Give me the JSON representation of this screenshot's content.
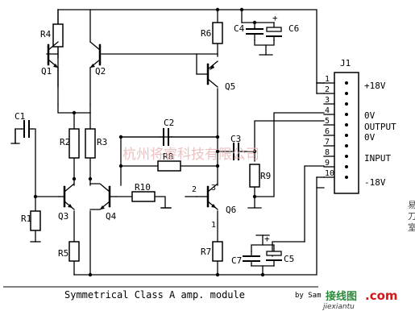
{
  "caption": "Symmetrical Class A amp. module",
  "author": "by Sam",
  "watermark": "杭州将睿科技有限公司",
  "site_logo": {
    "name_cn": "接线图",
    "dot_com": ".com",
    "url": "jiexiantu"
  },
  "edge_glyphs": [
    "易",
    "刀",
    "室"
  ],
  "connector": {
    "name": "J1",
    "pins": [
      "1",
      "2",
      "3",
      "4",
      "5",
      "6",
      "7",
      "8",
      "9",
      "10"
    ],
    "labels": {
      "plus18": "+18V",
      "zero_v_1": "0V",
      "output": "OUTPUT",
      "zero_v_2": "0V",
      "input": "INPUT",
      "minus18": "-18V"
    }
  },
  "components": {
    "resistors": [
      "R1",
      "R2",
      "R3",
      "R4",
      "R5",
      "R6",
      "R7",
      "R8",
      "R9",
      "R10"
    ],
    "capacitors": [
      "C1",
      "C2",
      "C3",
      "C4",
      "C5",
      "C6",
      "C7"
    ],
    "transistors": [
      "Q1",
      "Q2",
      "Q3",
      "Q4",
      "Q5",
      "Q6"
    ],
    "polarity_marks": [
      "+",
      "+"
    ],
    "pin_numbers": [
      "1",
      "2",
      "3"
    ]
  }
}
